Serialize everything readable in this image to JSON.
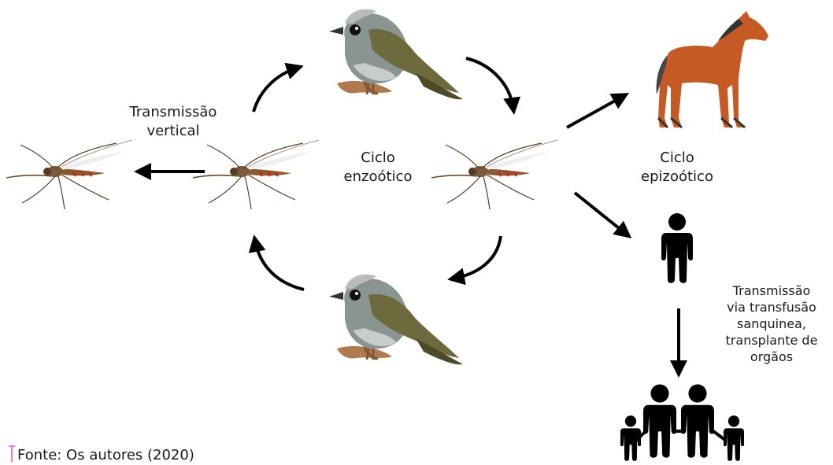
{
  "labels": {
    "vertical": [
      "Transmissão",
      "vertical"
    ],
    "enzootic": [
      "Ciclo",
      "enzoótico"
    ],
    "epizootic": [
      "Ciclo",
      "epizoótico"
    ],
    "transfusion": [
      "Transmissão",
      "via transfusão",
      "sanquinea,",
      "transplante de",
      "orgãos"
    ]
  },
  "source": "Fonte: Os autores (2020)",
  "colors": {
    "arrow": "#000000",
    "bird_body": "#7f8a86",
    "bird_wing": "#6b6a3c",
    "horse": "#c65a25",
    "mosquito": "#8c5a2c",
    "human": "#000000",
    "accent_mark": "#ff77bb"
  },
  "icons": [
    "bird-icon",
    "mosquito-icon",
    "horse-icon",
    "person-icon",
    "family-icon"
  ]
}
